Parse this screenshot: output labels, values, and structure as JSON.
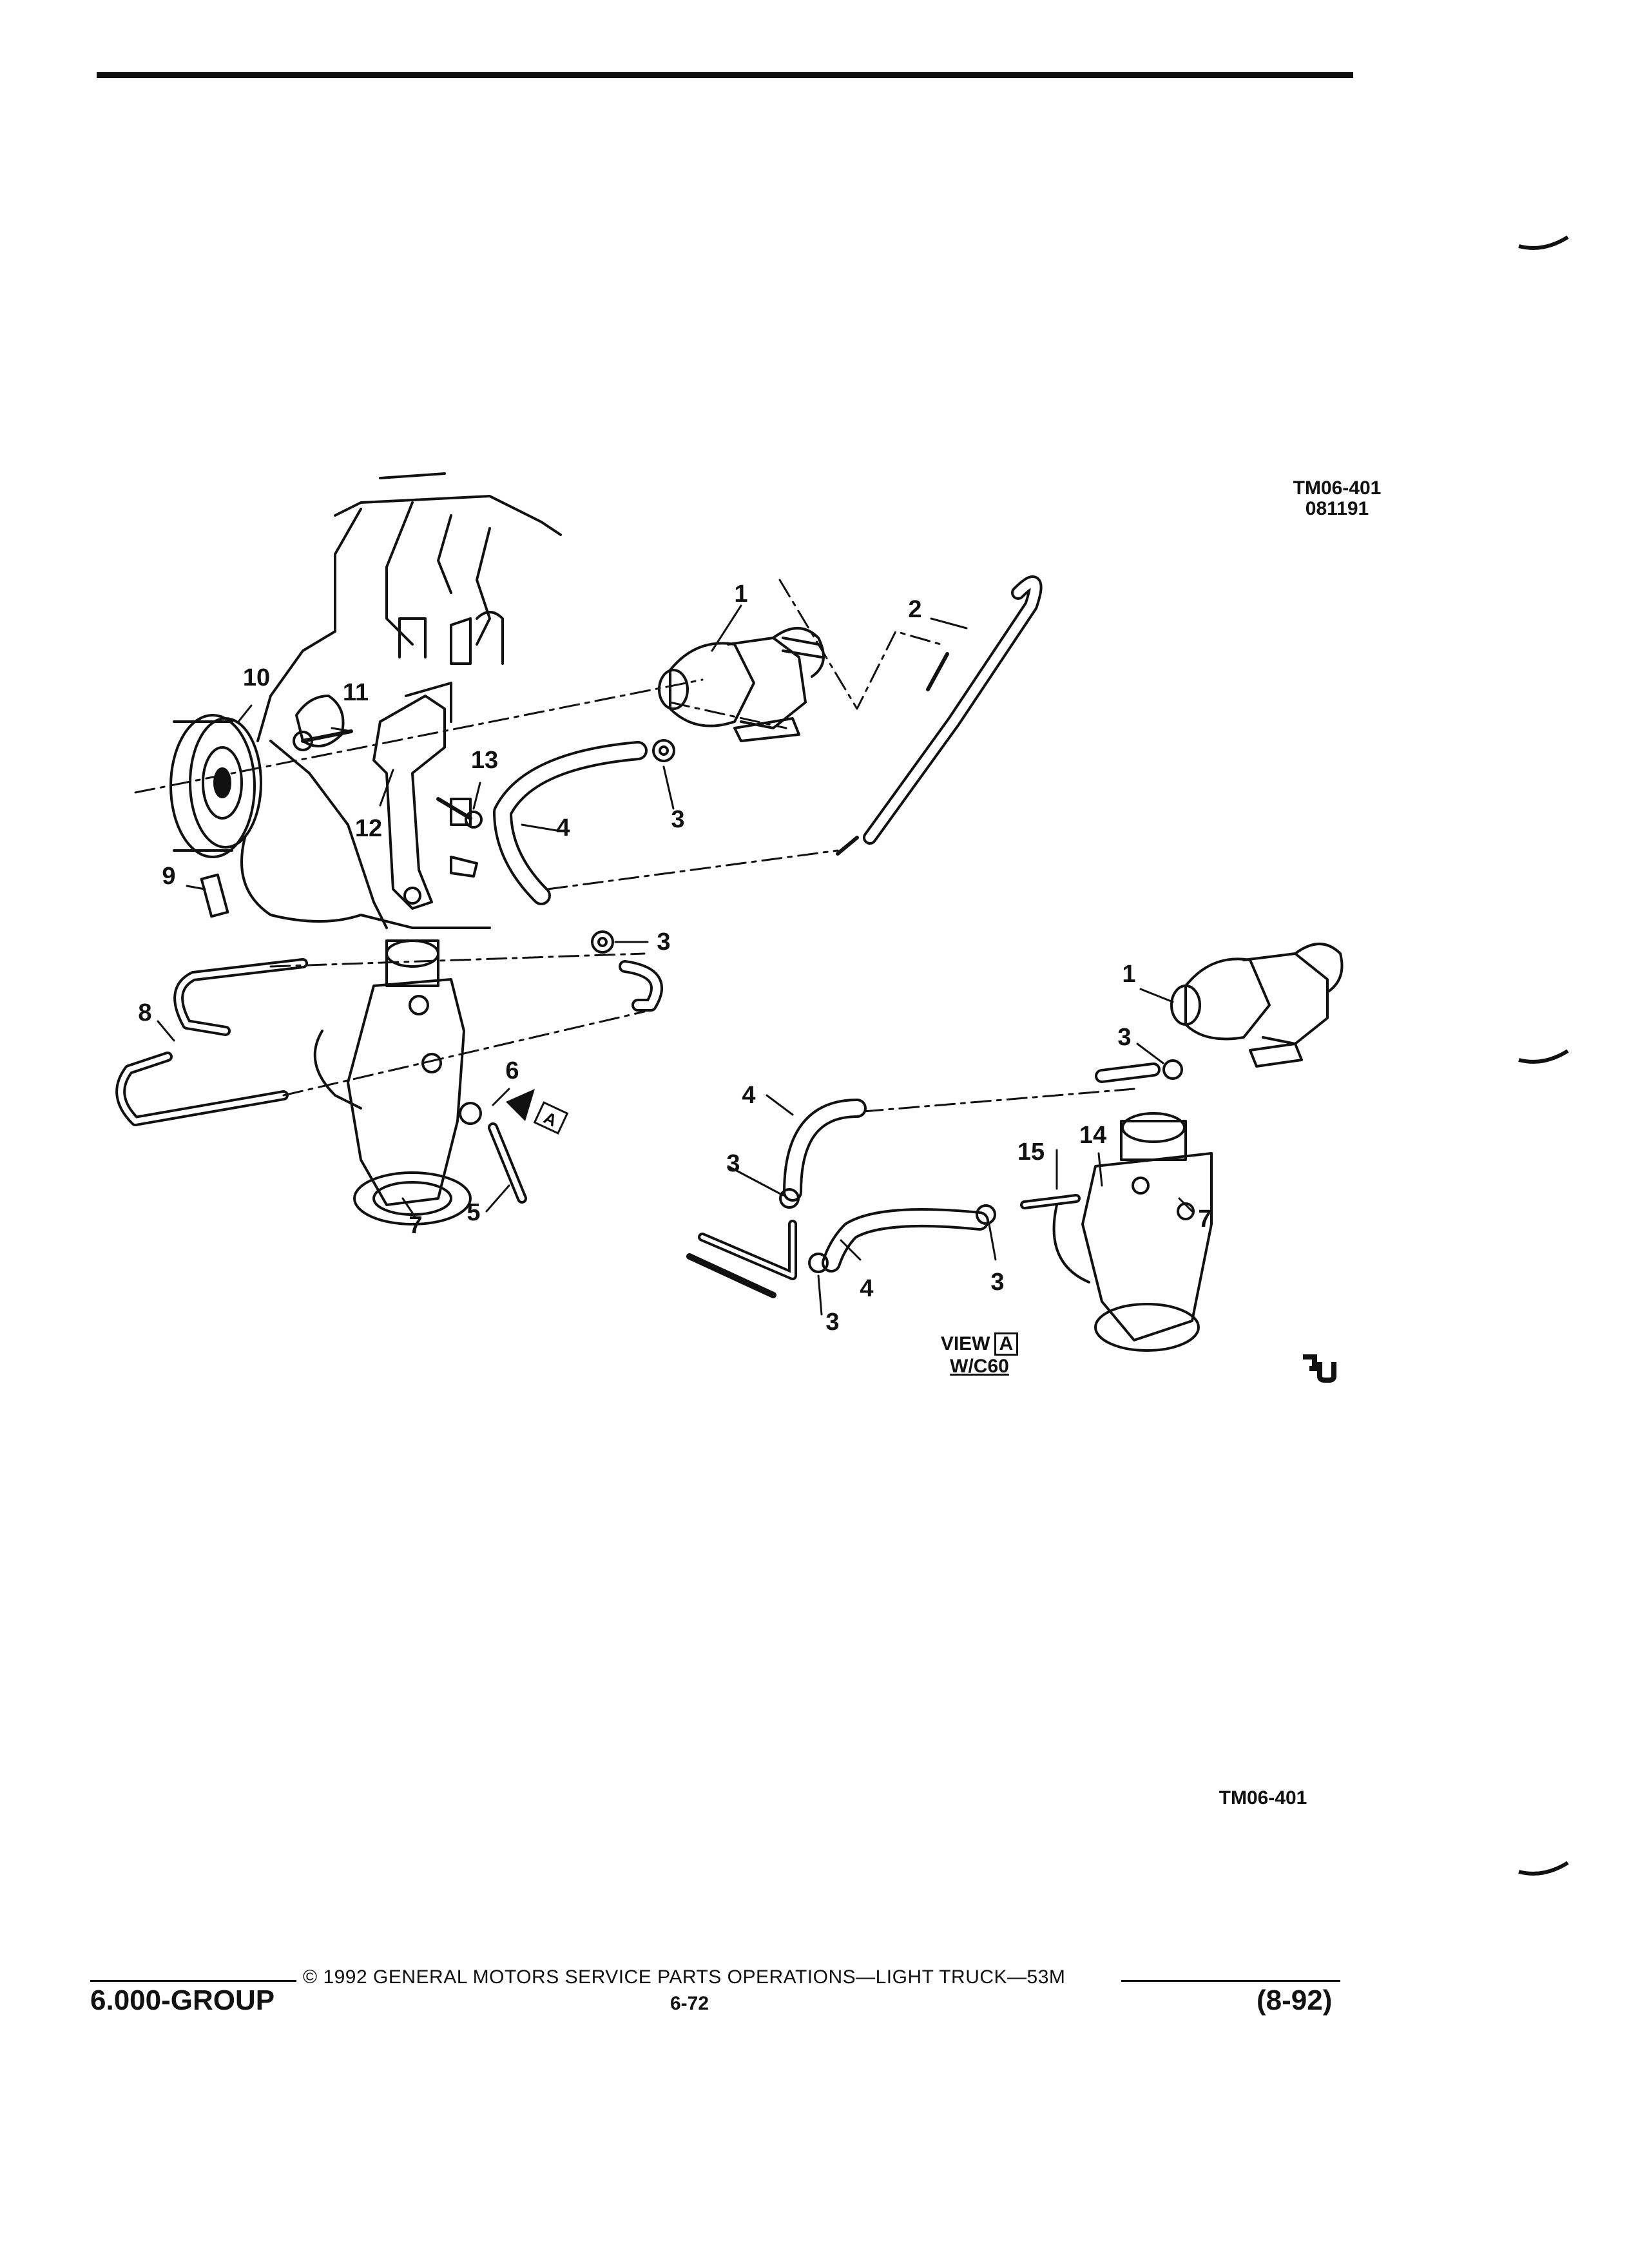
{
  "ref_top": {
    "code": "TM06-401",
    "date": "081191"
  },
  "ref_bottom": "TM06-401",
  "callouts": {
    "c1a": "1",
    "c2": "2",
    "c10": "10",
    "c11": "11",
    "c13": "13",
    "c4a": "4",
    "c3a": "3",
    "c12": "12",
    "c9": "9",
    "c3b": "3",
    "c8": "8",
    "c6": "6",
    "c5": "5",
    "c7a": "7",
    "c1b": "1",
    "c3c": "3",
    "c4b": "4",
    "c15": "15",
    "c14": "14",
    "c7b": "7",
    "c3d": "3",
    "c4c": "4",
    "c3e": "3",
    "c3f": "3"
  },
  "arrow_label": "A",
  "view": {
    "label": "VIEW",
    "letter": "A",
    "sub": "W/C60"
  },
  "footer": {
    "group": "6.000-GROUP",
    "copyright": "© 1992 GENERAL MOTORS SERVICE PARTS OPERATIONS—LIGHT TRUCK—53M",
    "page": "6-72",
    "date": "(8-92)"
  },
  "icons": {
    "logo": "gm-su-logo",
    "crop_marks": "binder-tick"
  }
}
